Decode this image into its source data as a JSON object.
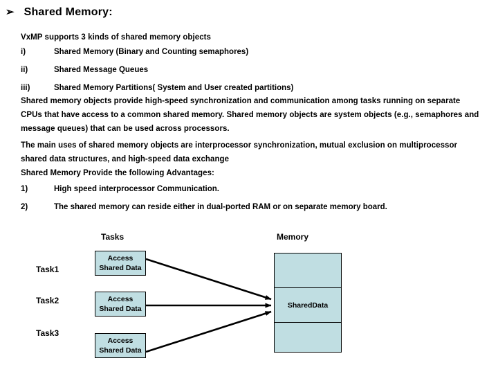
{
  "slide": {
    "heading": {
      "bullet": "➢",
      "text": "Shared Memory:"
    },
    "intro": "VxMP supports 3 kinds of shared memory objects",
    "kinds": [
      {
        "marker": "i)",
        "text": "Shared Memory (Binary and Counting semaphores)"
      },
      {
        "marker": "ii)",
        "text": "Shared Message Queues"
      },
      {
        "marker": "iii)",
        "text": "Shared Memory Partitions( System and User created partitions)"
      }
    ],
    "paragraphs": [
      "Shared memory objects provide high-speed synchronization and communication among tasks running on separate CPUs that have access to a common shared memory. Shared memory objects are system objects (e.g., semaphores and message queues) that can be used across processors.",
      "The main uses of shared memory objects are interprocessor synchronization, mutual exclusion on multiprocessor shared data structures, and high-speed data exchange",
      "Shared Memory Provide the following Advantages:"
    ],
    "advantages": [
      {
        "marker": "1)",
        "text": "High speed interprocessor  Communication."
      },
      {
        "marker": "2)",
        "text": "The shared memory can reside either in dual-ported RAM or on separate memory board."
      }
    ],
    "diagram": {
      "headers": {
        "tasks": "Tasks",
        "memory": "Memory"
      },
      "tasks": [
        {
          "label": "Task1",
          "box_line1": "Access",
          "box_line2": "Shared Data"
        },
        {
          "label": "Task2",
          "box_line1": "Access",
          "box_line2": "Shared Data"
        },
        {
          "label": "Task3",
          "box_line1": "Access",
          "box_line2": "Shared Data"
        }
      ],
      "memory_cells": [
        {
          "label": ""
        },
        {
          "label": "SharedData"
        },
        {
          "label": ""
        }
      ],
      "colors": {
        "box_fill": "#c0dee2",
        "box_border": "#000000",
        "arrow": "#000000",
        "background": "#ffffff"
      }
    }
  }
}
